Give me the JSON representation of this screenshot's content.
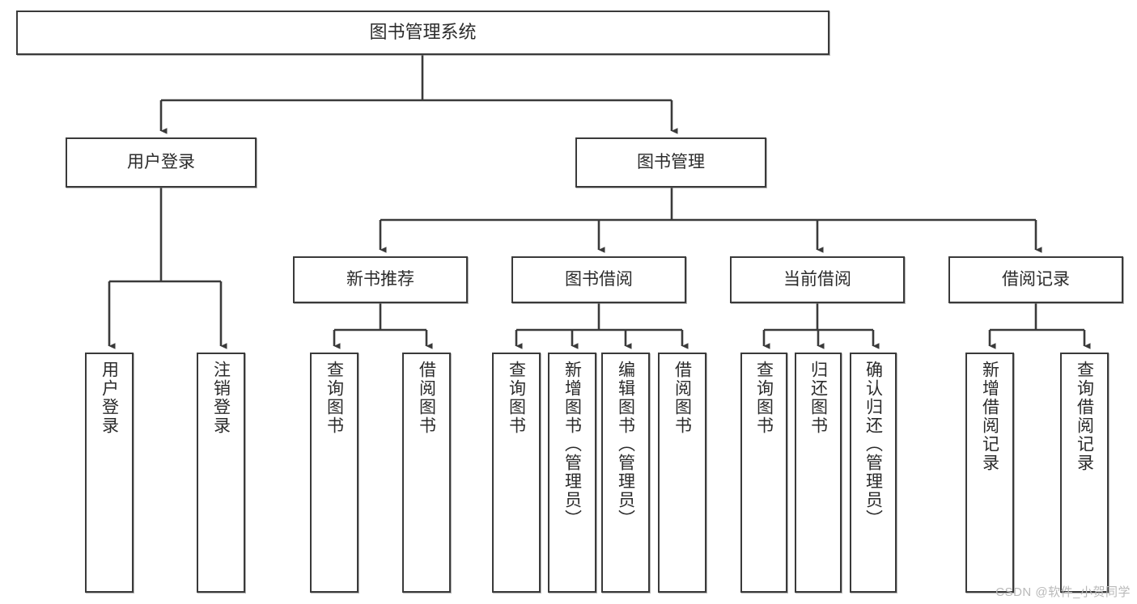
{
  "diagram": {
    "type": "tree-hierarchy-diagram",
    "title": "图书管理系统",
    "colors": {
      "border": "#3a3a3a",
      "background": "#ffffff",
      "text": "#2b2b2b",
      "edge": "#3a3a3a",
      "watermark": "#b9b9b9"
    },
    "nodes": {
      "root": {
        "label": "图书管理系统"
      },
      "level2": [
        {
          "id": "user-login",
          "label": "用户登录"
        },
        {
          "id": "book-management",
          "label": "图书管理"
        }
      ],
      "level3": [
        {
          "id": "new-book-recommendation",
          "label": "新书推荐"
        },
        {
          "id": "book-borrowing",
          "label": "图书借阅"
        },
        {
          "id": "current-borrowing",
          "label": "当前借阅"
        },
        {
          "id": "borrowing-records",
          "label": "借阅记录"
        }
      ],
      "leaves": {
        "user_login": [
          {
            "id": "leaf-user-login",
            "label": "用户登录"
          },
          {
            "id": "leaf-logout-login",
            "label": "注销登录"
          }
        ],
        "new_book_recommendation": [
          {
            "id": "leaf-query-books-1",
            "label": "查询图书"
          },
          {
            "id": "leaf-borrow-books-1",
            "label": "借阅图书"
          }
        ],
        "book_borrowing": [
          {
            "id": "leaf-query-books-2",
            "label": "查询图书"
          },
          {
            "id": "leaf-add-book",
            "label": "新增图书（管理员）"
          },
          {
            "id": "leaf-edit-book",
            "label": "编辑图书（管理员）"
          },
          {
            "id": "leaf-borrow-books-2",
            "label": "借阅图书"
          }
        ],
        "current_borrowing": [
          {
            "id": "leaf-query-books-3",
            "label": "查询图书"
          },
          {
            "id": "leaf-return-books",
            "label": "归还图书"
          },
          {
            "id": "leaf-confirm-return",
            "label": "确认归还（管理员）"
          }
        ],
        "borrowing_records": [
          {
            "id": "leaf-add-record",
            "label": "新增借阅记录"
          },
          {
            "id": "leaf-query-record",
            "label": "查询借阅记录"
          }
        ]
      }
    },
    "watermark": "CSDN @软件_小贺同学"
  }
}
